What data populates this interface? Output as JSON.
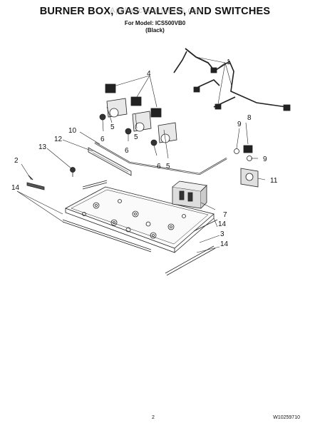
{
  "header": {
    "title": "BURNER BOX, GAS VALVES, AND SWITCHES",
    "model_line": "For Model: ICS500VB0",
    "color_line": "(Black)",
    "watermark": "AppliancePartsPros.com"
  },
  "callouts": {
    "c1": "1",
    "c2": "2",
    "c3": "3",
    "c4": "4",
    "c5a": "5",
    "c5b": "5",
    "c5c": "5",
    "c6a": "6",
    "c6b": "6",
    "c6c": "6",
    "c7": "7",
    "c8": "8",
    "c9a": "9",
    "c9b": "9",
    "c10": "10",
    "c11": "11",
    "c12": "12",
    "c13": "13",
    "c14a": "14",
    "c14b": "14",
    "c14c": "14"
  },
  "footer": {
    "page_number": "2",
    "doc_code": "W10259710"
  }
}
